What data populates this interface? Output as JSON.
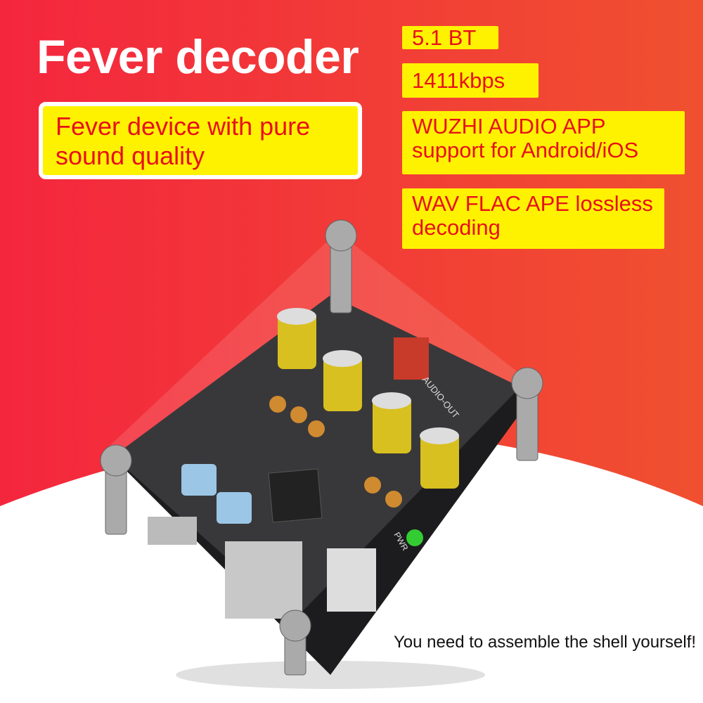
{
  "title": "Fever decoder",
  "subtitle": "Fever device with pure sound quality",
  "tags": [
    "5.1 BT",
    "1411kbps",
    "WUZHI AUDIO APP support for Android/iOS",
    "WAV FLAC APE lossless decoding"
  ],
  "note": "You need to assemble the shell yourself!",
  "board_labels": {
    "out": "AUDIO-OUT",
    "pwr": "PWR"
  },
  "colors": {
    "background_red": "#f4283c",
    "tag_yellow": "#fff200",
    "tag_text": "#e8101a",
    "board": "#1c1c1e",
    "capacitor": "#d8c020"
  }
}
